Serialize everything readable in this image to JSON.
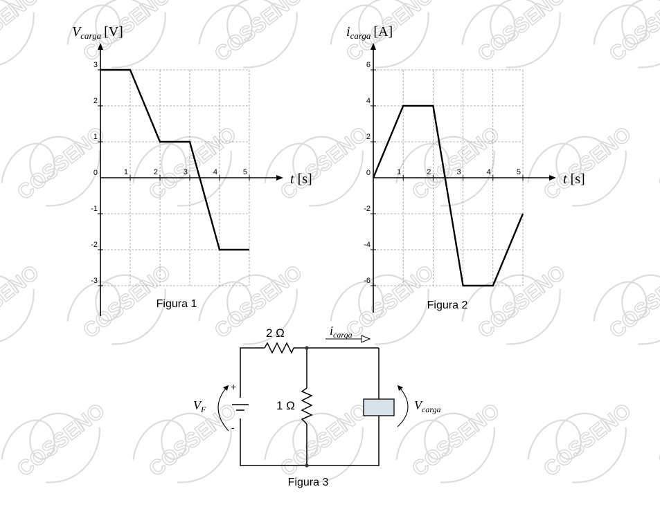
{
  "watermark": {
    "text": "COSSENO"
  },
  "chart_data": [
    {
      "type": "line",
      "caption": "Figura 1",
      "ylabel_symbol": "V",
      "ylabel_sub": "carga",
      "ylabel_unit": "[V]",
      "xlabel_symbol": "t",
      "xlabel_unit": "[s]",
      "xlim": [
        0,
        5
      ],
      "ylim": [
        -3,
        3
      ],
      "x_ticks": [
        1,
        2,
        3,
        4,
        5
      ],
      "y_ticks": [
        3,
        2,
        1,
        0,
        -1,
        -2,
        -3
      ],
      "grid": true,
      "x": [
        0,
        1,
        2,
        3,
        4,
        5
      ],
      "y": [
        3,
        3,
        1,
        1,
        -2,
        -2
      ]
    },
    {
      "type": "line",
      "caption": "Figura 2",
      "ylabel_symbol": "i",
      "ylabel_sub": "carga",
      "ylabel_unit": "[A]",
      "xlabel_symbol": "t",
      "xlabel_unit": "[s]",
      "xlim": [
        0,
        5
      ],
      "ylim": [
        -6,
        6
      ],
      "x_ticks": [
        1,
        2,
        3,
        4,
        5
      ],
      "y_ticks": [
        6,
        4,
        2,
        0,
        -2,
        -4,
        -6
      ],
      "grid": true,
      "x": [
        0,
        1,
        2,
        3,
        4,
        5
      ],
      "y": [
        0,
        4,
        4,
        -6,
        -6,
        -2
      ]
    }
  ],
  "circuit": {
    "caption": "Figura 3",
    "series_resistor": "2 Ω",
    "shunt_resistor": "1 Ω",
    "source_symbol": "V",
    "source_sub": "F",
    "source_plus": "+",
    "source_minus": "-",
    "current_symbol": "i",
    "current_sub": "carga",
    "load_symbol": "V",
    "load_sub": "carga"
  }
}
